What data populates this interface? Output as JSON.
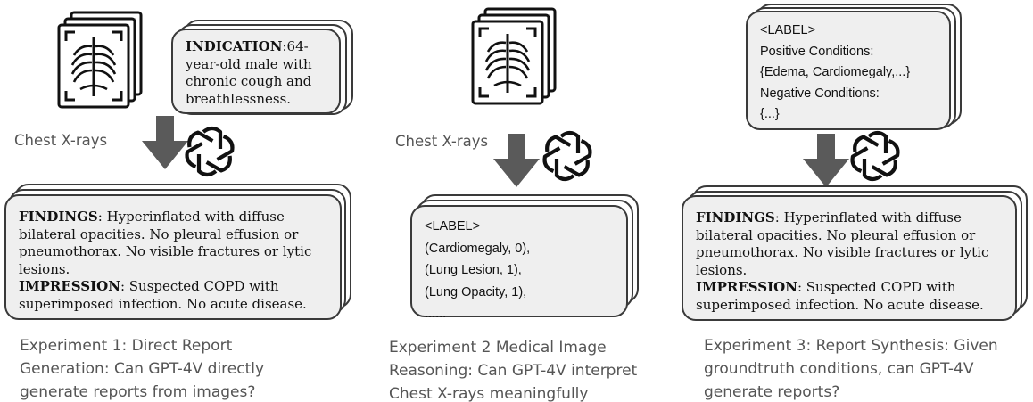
{
  "experiment1": {
    "chest_label": "Chest X-rays",
    "indication": {
      "label": "INDICATION",
      "line1": ":64-",
      "line2": "year-old male with",
      "line3": "chronic cough and",
      "line4": "breathlessness."
    },
    "report": {
      "findings_label": "FINDINGS",
      "findings_l1": ": Hyperinflated with diffuse",
      "findings_l2": "bilateral opacities. No pleural effusion or",
      "findings_l3": "pneumothorax. No visible fractures or lytic",
      "findings_l4": "lesions.",
      "impression_label": "IMPRESSION",
      "impression_l1": ": Suspected COPD with",
      "impression_l2": "superimposed infection. No acute disease."
    },
    "caption": {
      "line1": "Experiment 1: Direct Report",
      "line2": "Generation: Can GPT-4V directly",
      "line3": "generate reports from images?"
    }
  },
  "experiment2": {
    "chest_label": "Chest X-rays",
    "labels": {
      "header": "<LABEL>",
      "item1": "(Cardiomegaly, 0),",
      "item2": "(Lung Lesion, 1),",
      "item3": "(Lung Opacity, 1),",
      "item4": "......"
    },
    "caption": {
      "line1": "Experiment 2 Medical Image",
      "line2": "Reasoning: Can GPT-4V interpret",
      "line3": "Chest X-rays meaningfully"
    }
  },
  "experiment3": {
    "conditions": {
      "header": "<LABEL>",
      "positive_label": "Positive Conditions:",
      "positive_values": "{Edema, Cardiomegaly,...}",
      "negative_label": "Negative Conditions:",
      "negative_values": "{...}"
    },
    "report": {
      "findings_label": "FINDINGS",
      "findings_l1": ": Hyperinflated with diffuse",
      "findings_l2": "bilateral opacities. No pleural effusion or",
      "findings_l3": "pneumothorax. No visible fractures or lytic",
      "findings_l4": "lesions.",
      "impression_label": "IMPRESSION",
      "impression_l1": ": Suspected COPD with",
      "impression_l2": "superimposed infection. No acute disease."
    },
    "caption": {
      "line1": "Experiment 3: Report Synthesis: Given",
      "line2": "groundtruth conditions, can GPT-4V",
      "line3": "generate reports?"
    }
  },
  "icons": {
    "xray": "chest-xray-icon",
    "openai": "openai-logo-icon",
    "arrow": "arrow-down-icon"
  },
  "colors": {
    "card_fill": "#efefef",
    "card_border": "#3a3a3a",
    "arrow": "#5a5a5a",
    "caption_text": "#555555"
  }
}
